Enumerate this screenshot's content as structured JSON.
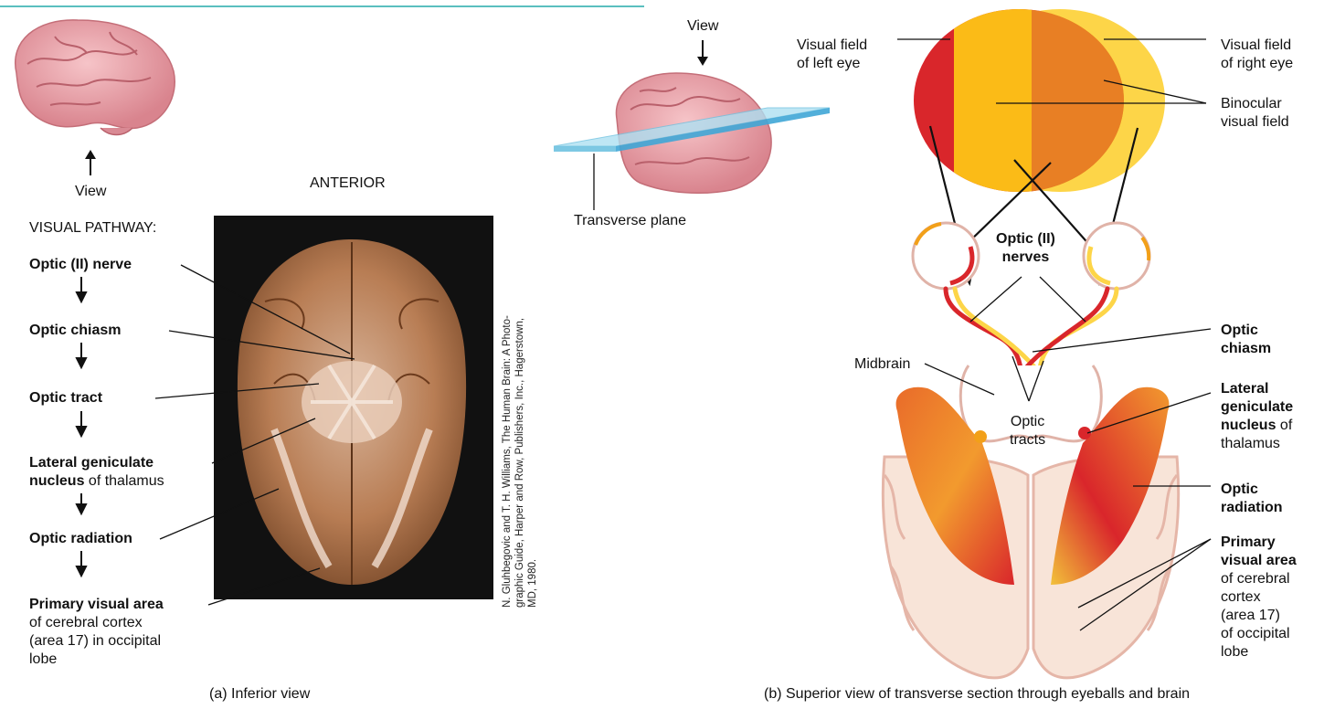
{
  "panel_a": {
    "view_label": "View",
    "anterior_label": "ANTERIOR",
    "pathway_heading": "VISUAL PATHWAY:",
    "steps": [
      {
        "bold": "Optic (II) nerve",
        "rest": ""
      },
      {
        "bold": "Optic chiasm",
        "rest": ""
      },
      {
        "bold": "Optic tract",
        "rest": ""
      },
      {
        "bold": "Lateral geniculate",
        "bold2": "nucleus",
        "rest": " of thalamus"
      },
      {
        "bold": "Optic radiation",
        "rest": ""
      },
      {
        "bold": "Primary visual area",
        "rest_lines": [
          "of cerebral cortex",
          "(area 17) in occipital",
          "lobe"
        ]
      }
    ],
    "credit_lines": [
      "N. Gluhbegovic and T. H. Williams, The Human Brain: A Photo-",
      "graphic Guide, Harper and Row, Publishers, Inc., Hagerstown,",
      "MD, 1980."
    ],
    "caption": "(a) Inferior view"
  },
  "panel_b": {
    "view_label": "View",
    "plane_label": "Transverse plane",
    "visual_field_left": [
      "Visual field",
      "of left eye"
    ],
    "visual_field_right": [
      "Visual field",
      "of right eye"
    ],
    "binocular": [
      "Binocular",
      "visual field"
    ],
    "optic_nerves": [
      "Optic (II)",
      "nerves"
    ],
    "optic_chiasm": [
      "Optic",
      "chiasm"
    ],
    "midbrain": "Midbrain",
    "optic_tracts": [
      "Optic",
      "tracts"
    ],
    "lgn": {
      "bold_lines": [
        "Lateral",
        "geniculate",
        "nucleus"
      ],
      "rest": " of",
      "last": "thalamus"
    },
    "optic_radiation": [
      "Optic",
      "radiation"
    ],
    "primary_visual": {
      "bold_lines": [
        "Primary",
        "visual area"
      ],
      "rest_lines": [
        "of cerebral",
        "cortex",
        "(area 17)",
        "of occipital",
        "lobe"
      ]
    },
    "caption": "(b) Superior view of transverse section through eyeballs and brain"
  },
  "colors": {
    "accent_line": "#5bbfbf",
    "brain_pink": "#e8a0a8",
    "left_field_red": "#d9262b",
    "right_field_yellow": "#fdd548",
    "binocular_orange": "#f2a019",
    "tissue": "#f8e4d8"
  }
}
